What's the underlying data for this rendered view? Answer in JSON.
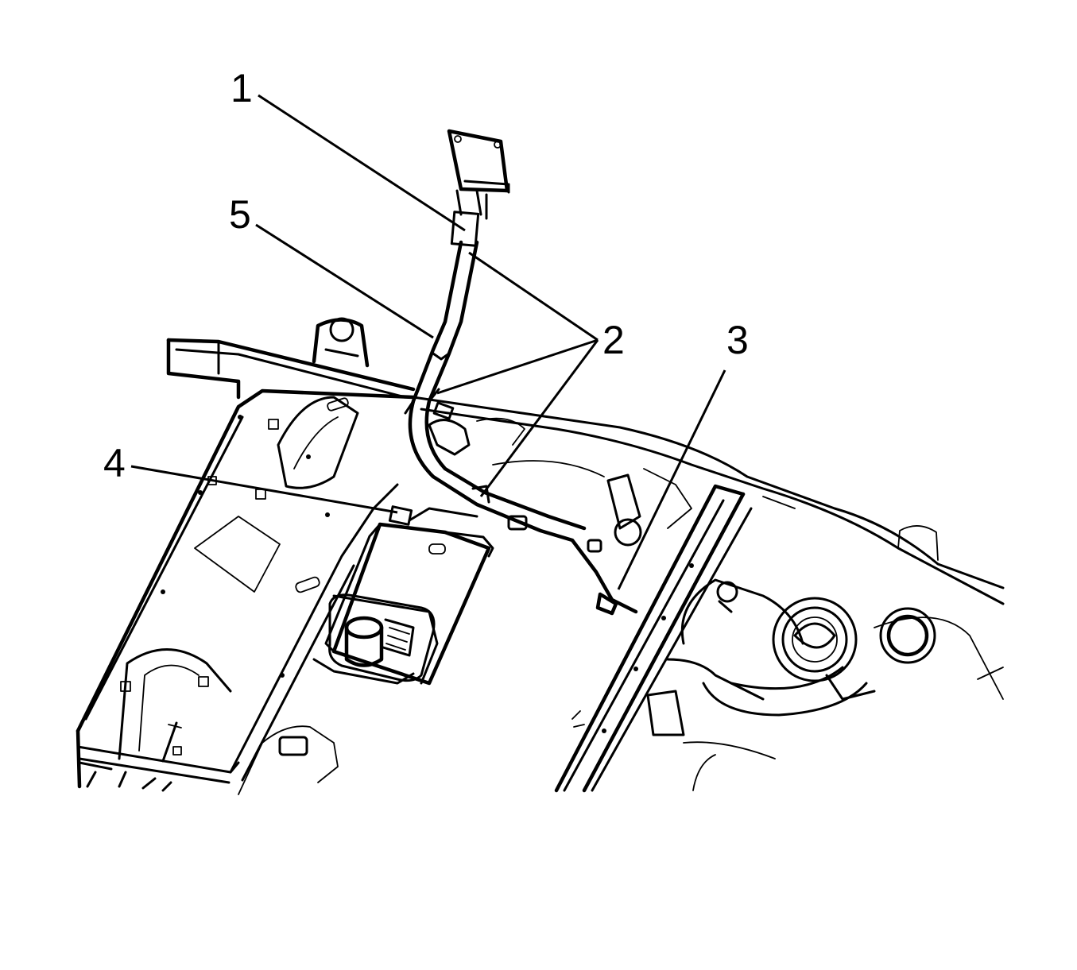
{
  "diagram": {
    "callouts": [
      {
        "id": "1",
        "label": "1"
      },
      {
        "id": "2",
        "label": "2"
      },
      {
        "id": "3",
        "label": "3"
      },
      {
        "id": "4",
        "label": "4"
      },
      {
        "id": "5",
        "label": "5"
      }
    ],
    "colors": {
      "ink": "#000000",
      "background": "#ffffff"
    }
  }
}
